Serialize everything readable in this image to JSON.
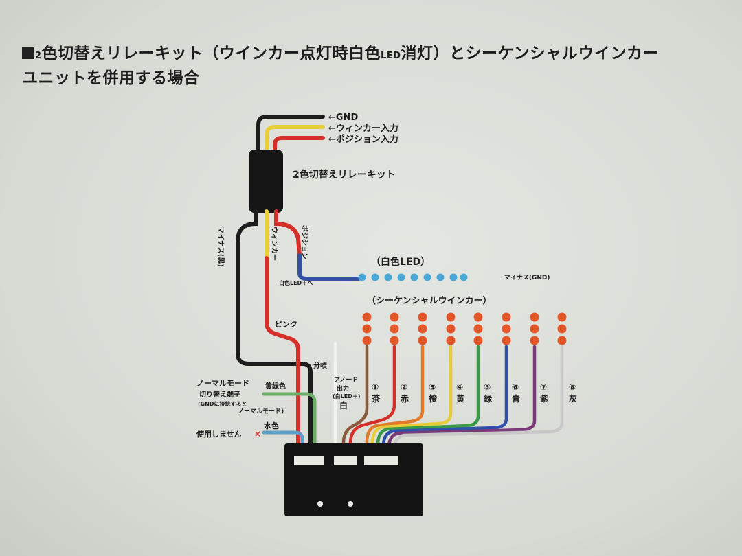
{
  "title": {
    "line1_prefix": "2",
    "line1_main": "色切替えリレーキット（ウインカー点灯時白色",
    "line1_small": "LED",
    "line1_rest": "消灯）とシーケンシャルウインカー",
    "line2": "ユニットを併用する場合"
  },
  "input_labels": {
    "gnd": "←GND",
    "winker": "←ウィンカー入力",
    "position": "←ポジション入力"
  },
  "relay_kit_label": "2色切替えリレーキット",
  "wire_labels": {
    "minus": "マイナス(黒)",
    "winker": "ウィンカー",
    "position": "ポジション",
    "white_led_plus": "白色LED＋へ",
    "pink": "ピンク",
    "bunki": "分岐",
    "anode": "アノード",
    "shutsuryoku": "出力",
    "led_plus": "(白LED＋)",
    "white": "白"
  },
  "white_led_label": "（白色LED）",
  "minus_gnd_label": "マイナス(GND)",
  "sequential_label": "（シーケンシャルウインカー）",
  "channels": [
    {
      "num": "①",
      "name": "茶",
      "color": "#8a5a3c"
    },
    {
      "num": "②",
      "name": "赤",
      "color": "#d8312a"
    },
    {
      "num": "③",
      "name": "橙",
      "color": "#e07a2a"
    },
    {
      "num": "④",
      "name": "黄",
      "color": "#e6cc3a"
    },
    {
      "num": "⑤",
      "name": "緑",
      "color": "#3a9a4a"
    },
    {
      "num": "⑥",
      "name": "青",
      "color": "#2f4fa8"
    },
    {
      "num": "⑦",
      "name": "紫",
      "color": "#7a3a78"
    },
    {
      "num": "⑧",
      "name": "灰",
      "color": "#c4c4c4"
    }
  ],
  "mode_labels": {
    "normal_mode": "ノーマルモード",
    "kirikae": "切り替え端子",
    "gnd_note": "(GNDに接続すると",
    "normal_mode2": "ノーマルモード)",
    "yellowgreen": "黄緑色",
    "mizuiro": "水色",
    "unused": "使用しません",
    "x_mark": "×"
  },
  "colors": {
    "black": "#1c1c1c",
    "yellow": "#e8cf3a",
    "red": "#d62f2a",
    "blue": "#3552a0",
    "led_blue": "#4aa8d8",
    "led_orange": "#e2562a",
    "yellowgreen": "#6fae6a",
    "mizuiro": "#5aa0c8"
  }
}
